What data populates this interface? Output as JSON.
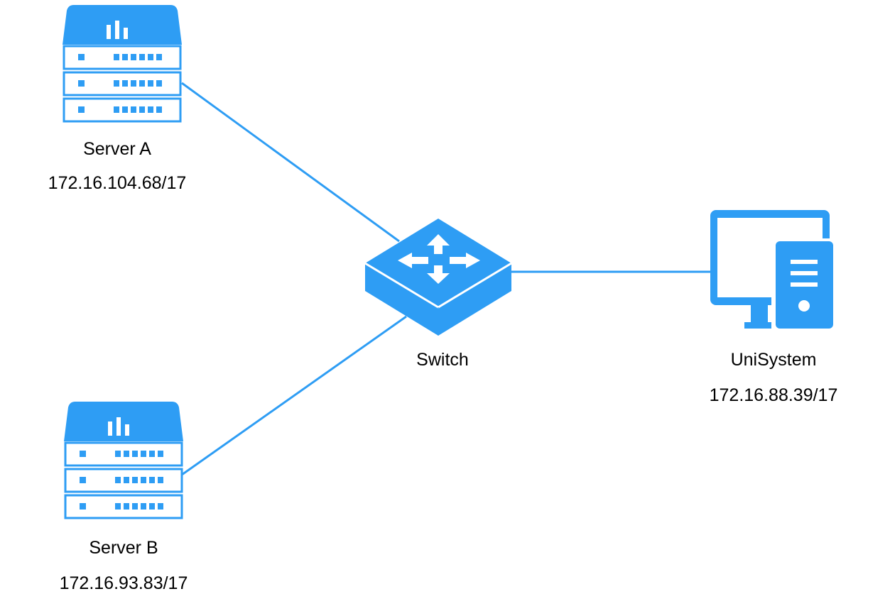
{
  "colors": {
    "accent": "#2e9df4",
    "background": "#ffffff",
    "text": "#000000"
  },
  "nodes": {
    "server_a": {
      "name": "Server A",
      "ip": "172.16.104.68/17",
      "icon": "server-rack-icon"
    },
    "server_b": {
      "name": "Server B",
      "ip": "172.16.93.83/17",
      "icon": "server-rack-icon"
    },
    "switch": {
      "name": "Switch",
      "icon": "network-switch-icon"
    },
    "unisystem": {
      "name": "UniSystem",
      "ip": "172.16.88.39/17",
      "icon": "desktop-computer-icon"
    }
  },
  "connections": [
    {
      "from": "Server A",
      "to": "Switch"
    },
    {
      "from": "Server B",
      "to": "Switch"
    },
    {
      "from": "Switch",
      "to": "UniSystem"
    }
  ]
}
